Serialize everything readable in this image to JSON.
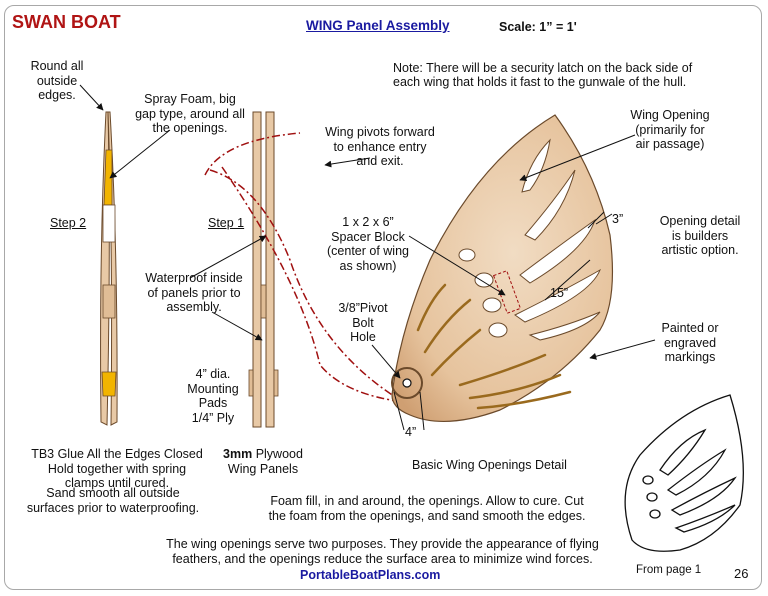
{
  "header": {
    "title": "SWAN BOAT",
    "heading": "WING Panel Assembly",
    "scale": "Scale: 1” = 1'"
  },
  "notes": {
    "security_note_1": "Note: There will be a security latch on the back side of",
    "security_note_2": "each wing that holds it fast to the gunwale of the hull.",
    "round_edges_1": "Round all",
    "round_edges_2": "outside",
    "round_edges_3": "edges.",
    "spray_foam_1": "Spray Foam, big",
    "spray_foam_2": "gap type, around all",
    "spray_foam_3": "the openings.",
    "pivot_1": "Wing pivots forward",
    "pivot_2": "to enhance entry",
    "pivot_3": "and exit.",
    "wing_opening_1": "Wing Opening",
    "wing_opening_2": "(primarily for",
    "wing_opening_3": "air passage)",
    "opening_detail_1": "Opening detail",
    "opening_detail_2": "is builders",
    "opening_detail_3": "artistic option.",
    "spacer_1": "1 x 2 x 6”",
    "spacer_2": "Spacer Block",
    "spacer_3": "(center of wing",
    "spacer_4": "as shown)",
    "waterproof_1": "Waterproof inside",
    "waterproof_2": "of panels prior to",
    "waterproof_3": "assembly.",
    "pivot_bolt_1": "3/8”Pivot",
    "pivot_bolt_2": "Bolt",
    "pivot_bolt_3": "Hole",
    "painted_1": "Painted or",
    "painted_2": "engraved",
    "painted_3": "markings",
    "mount_pads_1": "4” dia.",
    "mount_pads_2": "Mounting",
    "mount_pads_3": "Pads",
    "mount_pads_4": "1/4” Ply",
    "glue_1": "TB3 Glue All the Edges Closed",
    "glue_2": "Hold together with spring",
    "glue_3": "clamps until cured.",
    "plywood_1": "3mm",
    "plywood_1b": " Plywood",
    "plywood_2": "Wing Panels",
    "basic_detail": "Basic Wing Openings Detail",
    "sand_1": "Sand smooth all outside",
    "sand_2": "surfaces prior to waterproofing.",
    "foam_fill_1": "Foam fill, in and around, the openings. Allow to cure. Cut",
    "foam_fill_2": "the foam from the openings, and sand smooth the edges.",
    "purpose_1": "The wing openings serve two purposes. They provide the appearance of flying",
    "purpose_2": "feathers, and the openings reduce the surface area to minimize wind forces.",
    "from_page": "From page 1"
  },
  "labels": {
    "step2": "Step 2",
    "step1": "Step 1",
    "dim_3in": "3”",
    "dim_15in": "15”",
    "dim_4in": "4”"
  },
  "footer": {
    "website": "PortableBoatPlans.com",
    "page_number": "26"
  },
  "colors": {
    "title_red": "#b01414",
    "link_blue": "#1a1aa0",
    "plywood": "#e8c9a6",
    "foam_yellow": "#f2b400",
    "marking_brown": "#9a6a1e",
    "pivot_dash_red": "#a01010"
  }
}
